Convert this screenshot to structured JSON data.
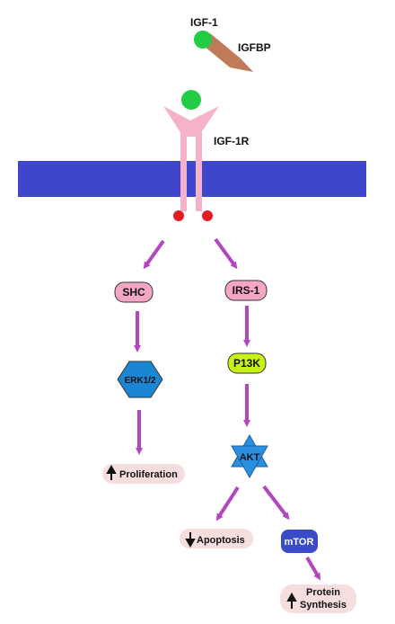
{
  "labels": {
    "igf1": "IGF-1",
    "igfbp": "IGFBP",
    "igf1r": "IGF-1R"
  },
  "nodes": {
    "shc": "SHC",
    "erk": "ERK1/2",
    "irs1": "IRS-1",
    "pi3k": "P13K",
    "akt": "AKT",
    "mtor": "mTOR"
  },
  "outcomes": {
    "proliferation": "Proliferation",
    "apoptosis": "Apoptosis",
    "protein_synthesis_line1": "Protein",
    "protein_synthesis_line2": "Synthesis"
  },
  "colors": {
    "membrane": "#3d46cc",
    "receptor": "#f6b2c8",
    "ligand": "#22cc44",
    "binding_protein": "#c07a58",
    "phospho_dot": "#e31b23",
    "arrow": "#b345c0",
    "shc_fill": "#f4a6c4",
    "erk_fill": "#1a86d4",
    "pi3k_fill": "#c6f218",
    "akt_fill": "#2b8fe0",
    "mtor_fill": "#3a4bc8",
    "outcome_fill": "#f7dede"
  }
}
